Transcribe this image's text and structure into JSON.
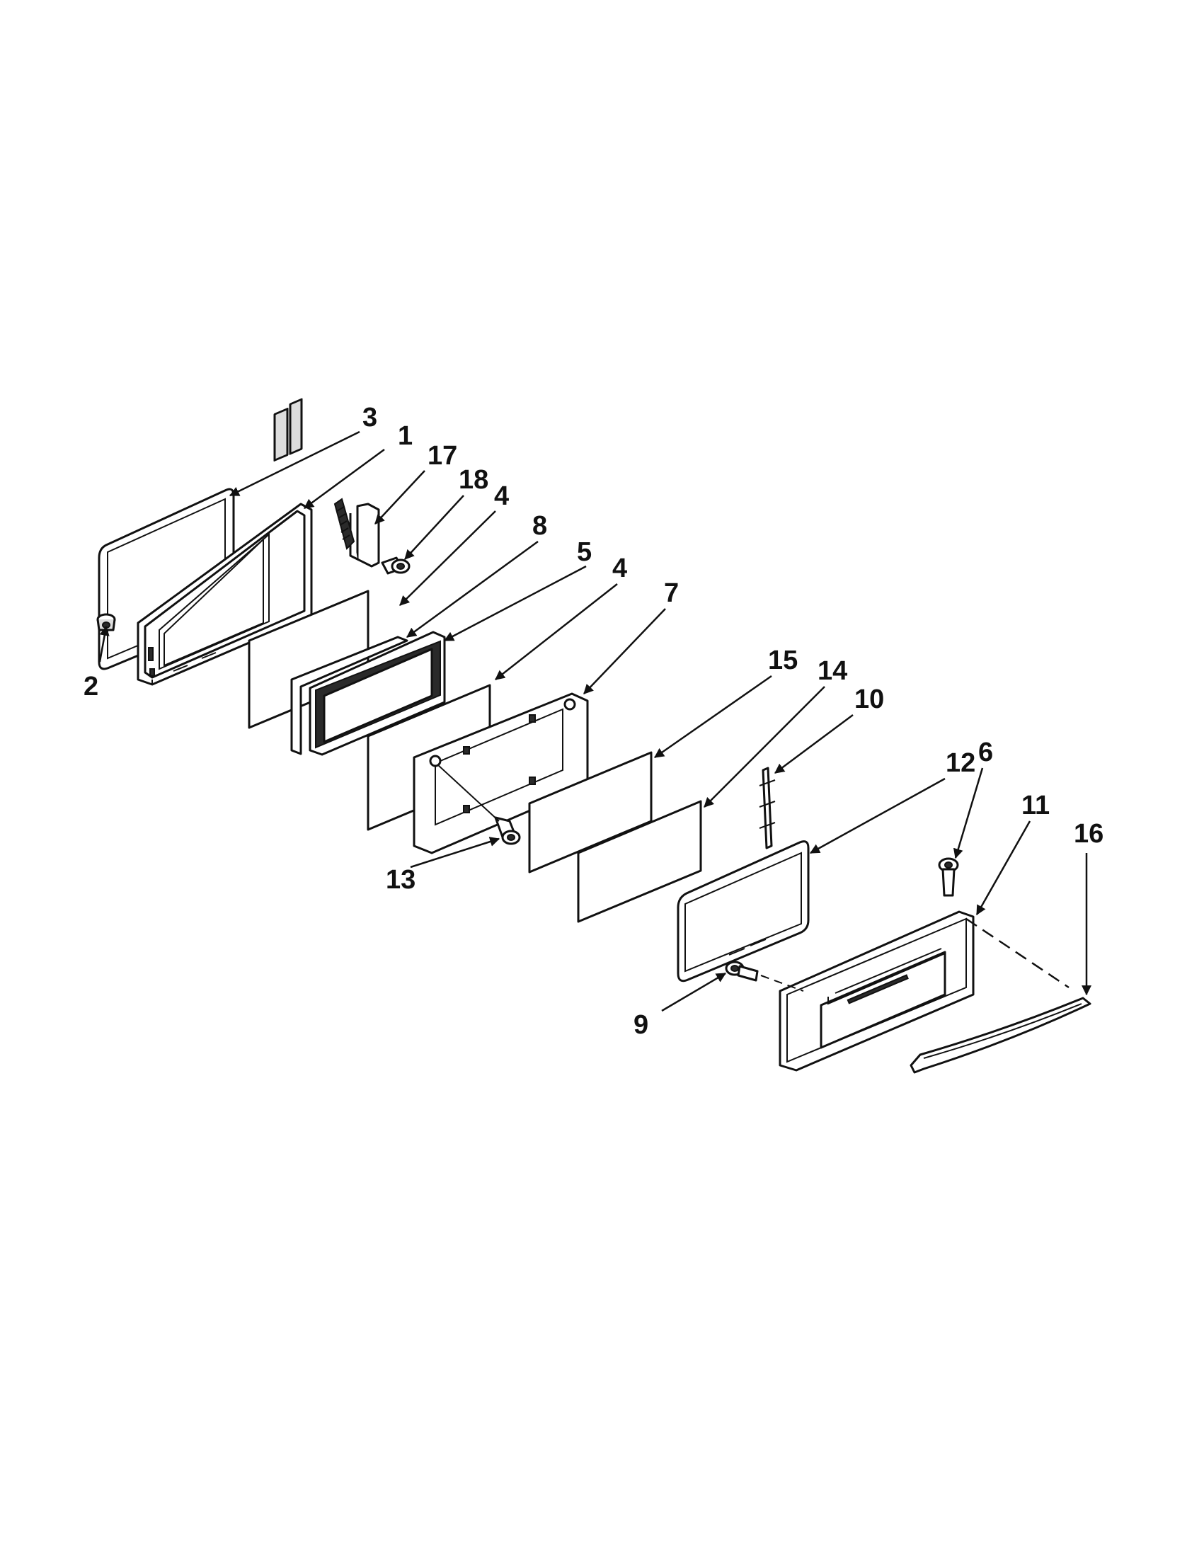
{
  "diagram": {
    "callouts": {
      "c1": "1",
      "c2": "2",
      "c3": "3",
      "c4a": "4",
      "c4b": "4",
      "c5": "5",
      "c6": "6",
      "c7": "7",
      "c8": "8",
      "c9": "9",
      "c10": "10",
      "c11": "11",
      "c12": "12",
      "c13": "13",
      "c14": "14",
      "c15": "15",
      "c16": "16",
      "c17": "17",
      "c18": "18"
    }
  }
}
